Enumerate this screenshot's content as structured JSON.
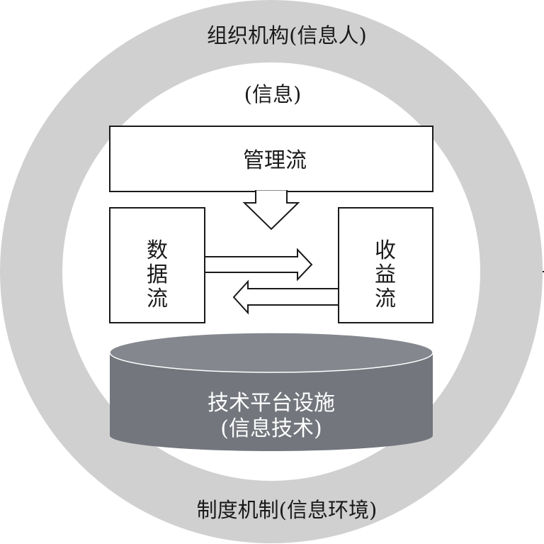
{
  "ring": {
    "top_label": "组织机构(信息人)",
    "bottom_label": "制度机制(信息环境)"
  },
  "inner": {
    "info_label": "(信息)",
    "management_flow": "管理流",
    "data_flow": [
      "数",
      "据",
      "流"
    ],
    "revenue_flow": [
      "收",
      "益",
      "流"
    ],
    "platform": {
      "line1": "技术平台设施",
      "line2": "(信息技术)"
    }
  },
  "colors": {
    "ring_gray": "#d0d0d0",
    "cylinder_body": "#73767d",
    "cylinder_top": "#85878e",
    "stroke": "#1a1a1a"
  }
}
